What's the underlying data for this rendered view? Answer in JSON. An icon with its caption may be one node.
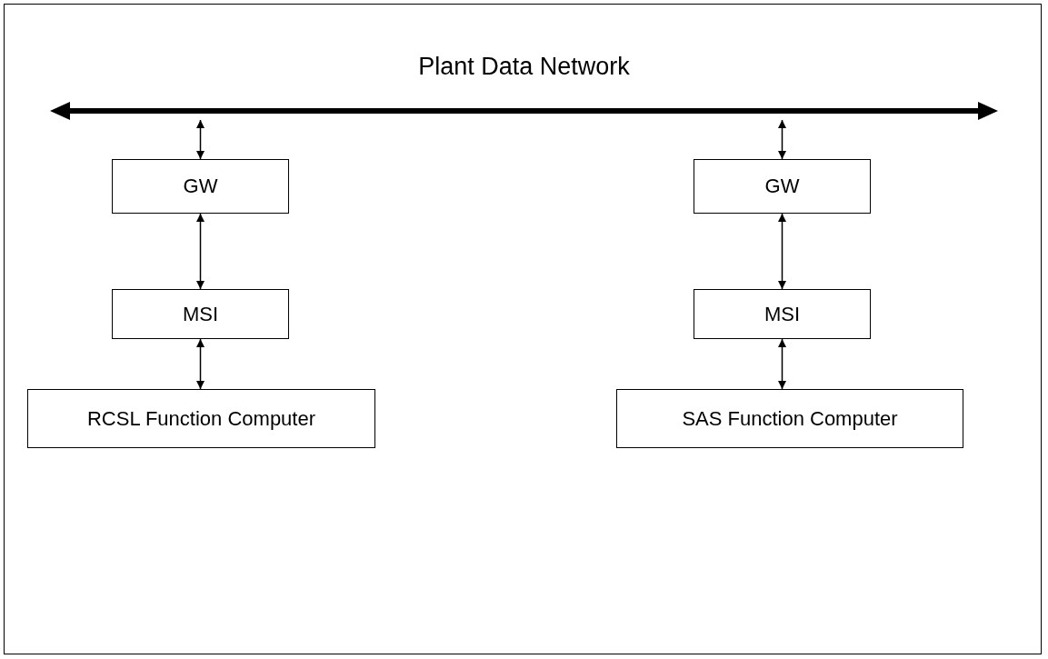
{
  "diagram": {
    "nodes": [
      {
        "text": [
          "Plant Data Network"
        ]
      },
      {
        "text": [
          "GW"
        ]
      },
      {
        "text": [
          "MSI"
        ]
      },
      {
        "text": [
          "RCSL Function Computer"
        ]
      },
      {
        "text": [
          "GW"
        ]
      },
      {
        "text": [
          "MSI"
        ]
      },
      {
        "text": [
          "SAS Function Computer"
        ]
      }
    ],
    "edges": [
      {
        "from": 0,
        "to": 1,
        "arrow": "both"
      },
      {
        "from": 1,
        "to": 2,
        "arrow": "both"
      },
      {
        "from": 2,
        "to": 3,
        "arrow": "both"
      },
      {
        "from": 0,
        "to": 4,
        "arrow": "both"
      },
      {
        "from": 4,
        "to": 5,
        "arrow": "both"
      },
      {
        "from": 5,
        "to": 6,
        "arrow": "both"
      }
    ]
  }
}
